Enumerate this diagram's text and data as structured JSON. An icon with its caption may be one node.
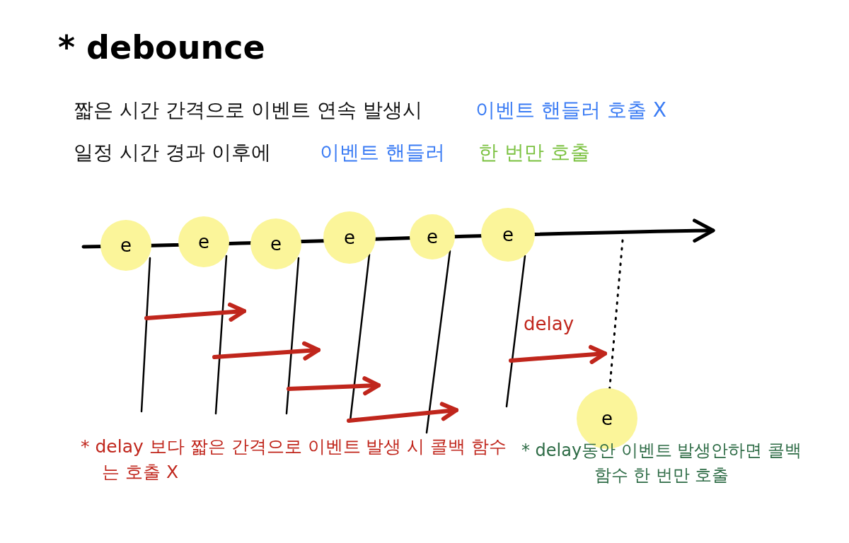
{
  "diagram": {
    "title": "* debounce",
    "nodes": [
      {
        "text": [
          "e"
        ]
      },
      {
        "text": [
          "e"
        ]
      },
      {
        "text": [
          "e"
        ]
      },
      {
        "text": [
          "e"
        ]
      },
      {
        "text": [
          "e"
        ]
      },
      {
        "text": [
          "e"
        ]
      },
      {
        "text": [
          "e"
        ]
      }
    ],
    "edges": [
      {
        "from": null,
        "to": 6,
        "arrow": "none",
        "style": "dashed"
      }
    ],
    "labels": [
      "짧은 시간 간격으로 이벤트 연속 발생시",
      "이벤트 핸들러 호출 X",
      "일정 시간 경과 이후에",
      "이벤트 핸들러",
      "한 번만 호출",
      "delay",
      "* delay 보다 짧은 간격으로 이벤트 발생 시 콜백 함수는 호출 X",
      "* delay동안 이벤트 발생안하면 콜백 함수 한 번만 호출"
    ]
  }
}
